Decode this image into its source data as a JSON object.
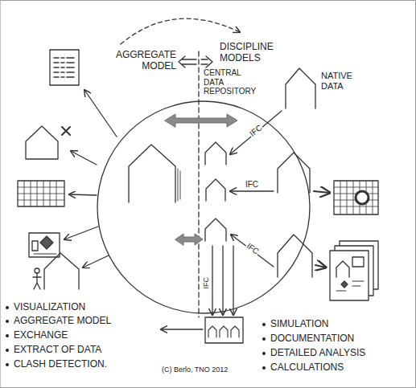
{
  "diagram": {
    "nodes": [
      {
        "text": [
          "CENTRAL DATA REPOSITORY"
        ]
      }
    ],
    "labels": [
      "AGGREGATE MODEL",
      "DISCIPLINE MODELS",
      "NATIVE DATA",
      "IFC",
      "IFC",
      "IFC",
      "IFC",
      "VISUALIZATION",
      "AGGREGATE MODEL",
      "EXCHANGE",
      "EXTRACT OF DATA",
      "CLASH DETECTION.",
      "SIMULATION",
      "DOCUMENTATION",
      "DETAILED ANALYSIS",
      "CALCULATIONS",
      "(C) Berlo, TNO 2012"
    ]
  }
}
